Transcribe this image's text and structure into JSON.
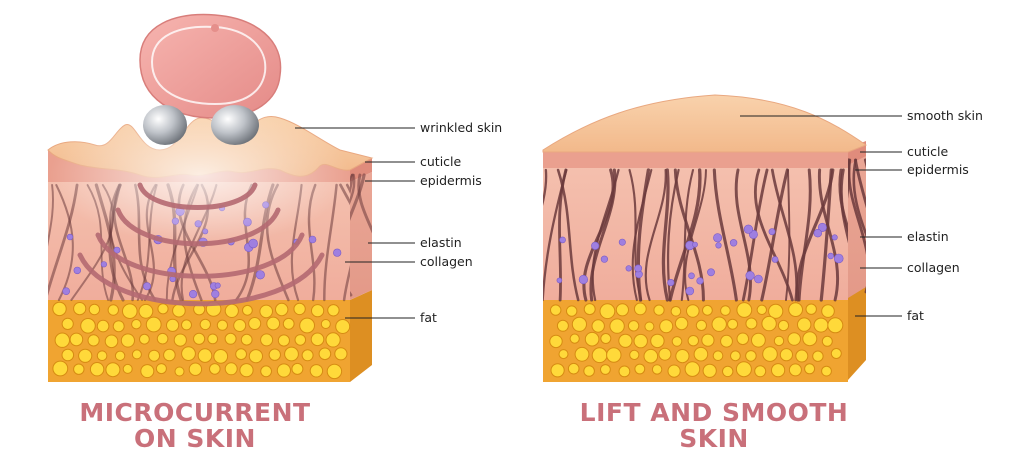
{
  "left_panel": {
    "title_line1": "MICROCURRENT",
    "title_line2": "ON SKIN",
    "labels": {
      "wrinkled_skin": "wrinkled skin",
      "cuticle": "cuticle",
      "epidermis": "epidermis",
      "elastin": "elastin",
      "collagen": "collagen",
      "fat": "fat"
    }
  },
  "right_panel": {
    "title_line1": "LIFT AND SMOOTH",
    "title_line2": "SKIN",
    "labels": {
      "smooth_skin": "smooth skin",
      "cuticle": "cuticle",
      "epidermis": "epidermis",
      "elastin": "elastin",
      "collagen": "collagen",
      "fat": "fat"
    }
  },
  "colors": {
    "title": "#c9707a",
    "skin_top": "#f6c79b",
    "dermis": "#f3b7a6",
    "fat": "#f0a431",
    "fat_globule": "#ffd93a",
    "fiber": "#6b3a3c",
    "elastin_dot": "#9f7fe0",
    "device": "#f0a3a0"
  }
}
